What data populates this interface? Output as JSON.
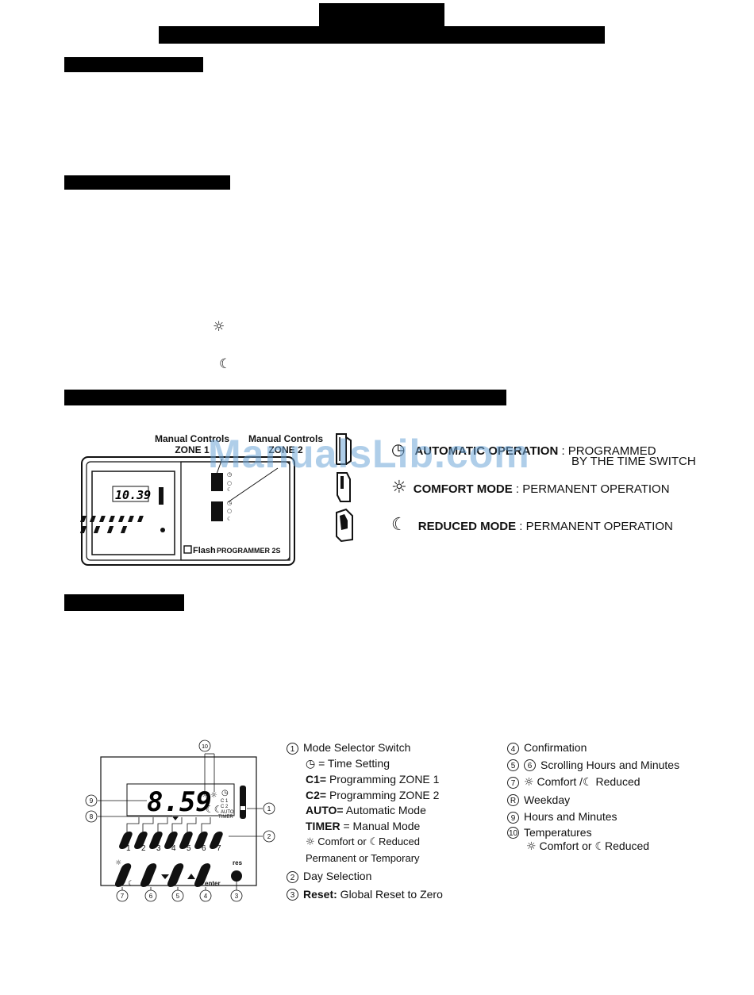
{
  "watermark": "ManualsLib.com",
  "top_callouts": {
    "zone1_line1": "Manual Controls",
    "zone1_line2": "ZONE 1",
    "zone2_line1": "Manual Controls",
    "zone2_line2": "ZONE 2"
  },
  "device1": {
    "display_time": "10.39",
    "brand": "Flash",
    "model": "PROGRAMMER 2S"
  },
  "modes": [
    {
      "name": "AUTOMATIC OPERATION",
      "desc": ": PROGRAMMED",
      "desc2": "BY THE TIME SWITCH",
      "icon": "clock-icon"
    },
    {
      "name": "COMFORT MODE",
      "desc": ": PERMANENT OPERATION",
      "icon": "sun-icon"
    },
    {
      "name": "REDUCED MODE",
      "desc": ": PERMANENT OPERATION",
      "icon": "moon-icon"
    }
  ],
  "device2": {
    "display_time": "8.59",
    "selector_labels": [
      "C 1",
      "C 2",
      "AUTO",
      "TIMER"
    ],
    "day_numbers": [
      "1",
      "2",
      "3",
      "4",
      "5",
      "6",
      "7"
    ],
    "enter_label": "enter",
    "res_label": "res",
    "callout_numbers": {
      "n1": "1",
      "n2": "2",
      "n3": "3",
      "n4": "4",
      "n5": "5",
      "n6": "6",
      "n7": "7",
      "n8": "8",
      "n9": "9",
      "n10": "10"
    }
  },
  "legend_left": {
    "l1": "Mode Selector Switch",
    "l1a": "= Time Setting",
    "l1b_key": "C1=",
    "l1b_val": " Programming ZONE 1",
    "l1c_key": "C2=",
    "l1c_val": " Programming ZONE 2",
    "l1d_key": "AUTO=",
    "l1d_val": " Automatic Mode",
    "l1e_key": "TIMER",
    "l1e_val": " = Manual Mode",
    "l1f": "Comfort or",
    "l1f2": "Reduced",
    "l1g": "Permanent or Temporary",
    "l2": "Day Selection",
    "l3_key": "Reset:",
    "l3_val": " Global Reset to Zero"
  },
  "legend_right": {
    "l4": "Confirmation",
    "l56": "Scrolling Hours and Minutes",
    "l7a": "Comfort /",
    "l7b": "Reduced",
    "l8": "Weekday",
    "l9": "Hours and Minutes",
    "l10": "Temperatures",
    "l10a": "Comfort or",
    "l10b": "Reduced"
  },
  "legend_numbers": {
    "one": "1",
    "two": "2",
    "three": "3",
    "four": "4",
    "five": "5",
    "six": "6",
    "seven": "7",
    "eight": "R",
    "nine": "9",
    "ten": "10"
  }
}
